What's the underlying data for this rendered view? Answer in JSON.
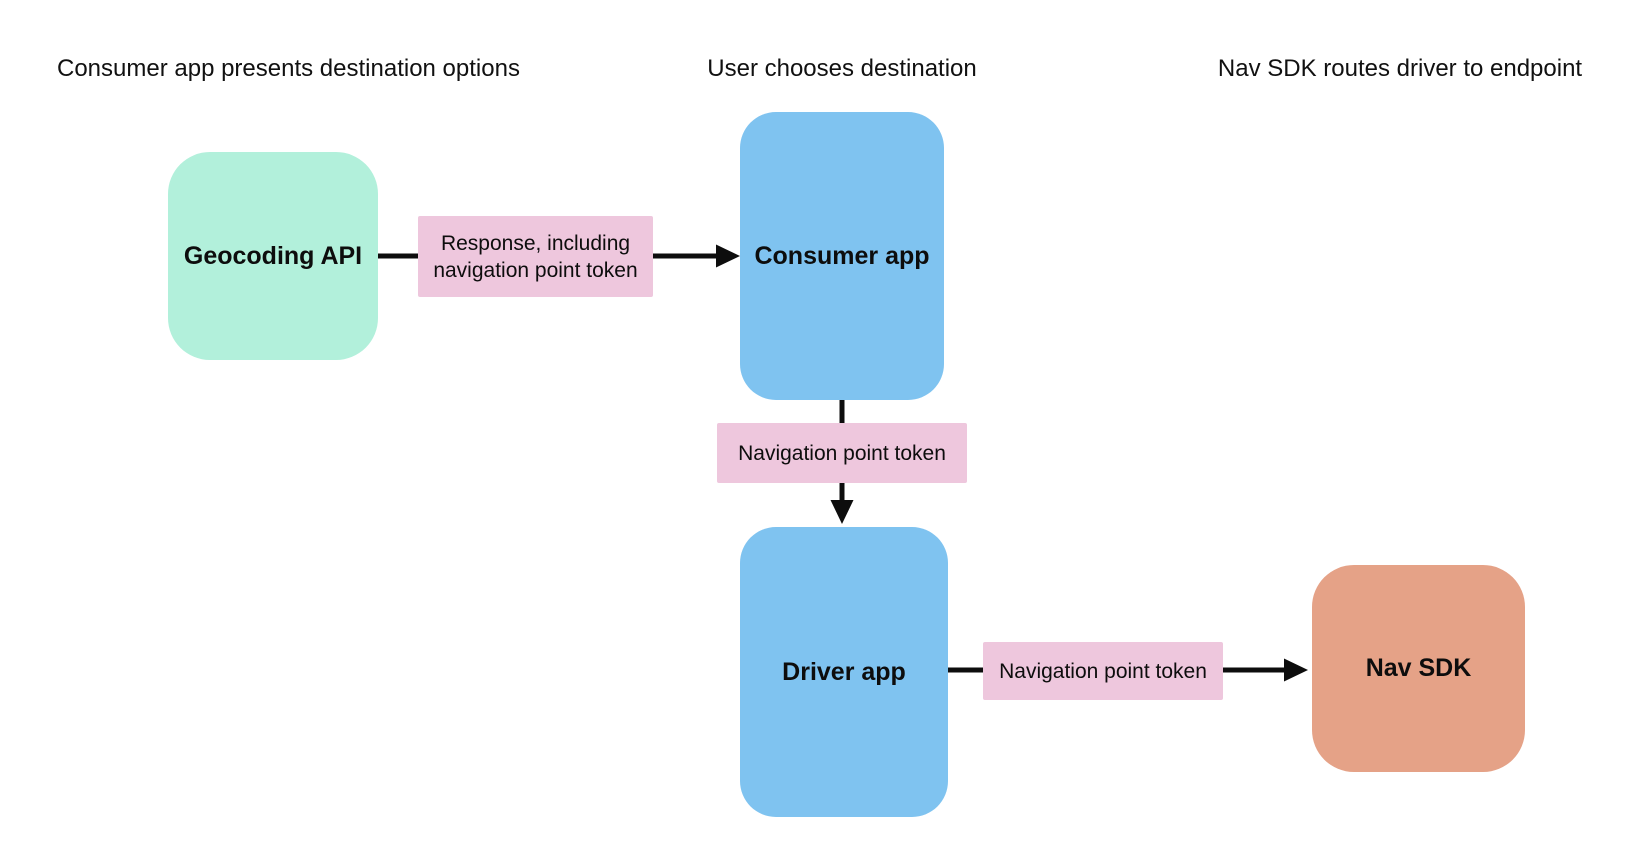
{
  "diagram": {
    "background_color": "#ffffff",
    "arrow_color": "#0d0d0d",
    "text_color": "#111111",
    "lane_headers": [
      {
        "label": "Consumer app presents destination options"
      },
      {
        "label": "User chooses destination"
      },
      {
        "label": "Nav SDK routes driver to endpoint"
      }
    ],
    "nodes": [
      {
        "id": "geocoding-api",
        "label": "Geocoding API",
        "color": "#B2F0DB"
      },
      {
        "id": "consumer-app",
        "label": "Consumer app",
        "color": "#7FC3F0"
      },
      {
        "id": "driver-app",
        "label": "Driver app",
        "color": "#7FC3F0"
      },
      {
        "id": "nav-sdk",
        "label": "Nav SDK",
        "color": "#E5A287"
      }
    ],
    "edges": [
      {
        "from": "Geocoding API",
        "to": "Consumer app",
        "label": "Response, including navigation point token",
        "label_color": "#EEC7DD"
      },
      {
        "from": "Consumer app",
        "to": "Driver app",
        "label": "Navigation point token",
        "label_color": "#EEC7DD"
      },
      {
        "from": "Driver app",
        "to": "Nav SDK",
        "label": "Navigation point token",
        "label_color": "#EEC7DD"
      }
    ]
  }
}
